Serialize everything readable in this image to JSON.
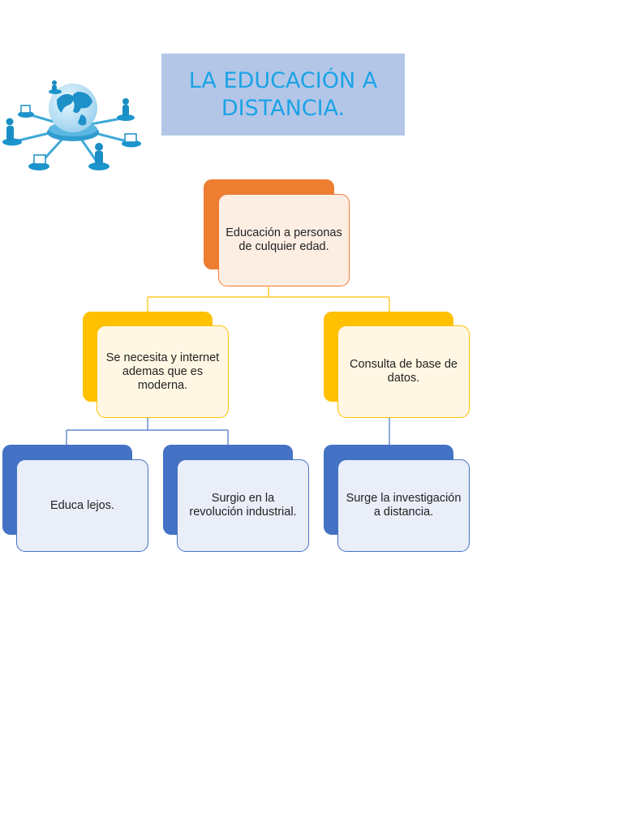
{
  "title": {
    "line1": "LA EDUCACIÓN A",
    "line2": "DISTANCIA."
  },
  "illustration": {
    "icon": "globe-network-icon"
  },
  "diagram": {
    "root": {
      "text": "Educación a personas de culquier edad."
    },
    "level2": [
      {
        "text": "Se necesita y internet ademas que es moderna."
      },
      {
        "text": "Consulta de base de datos."
      }
    ],
    "level3": [
      {
        "text": "Educa lejos."
      },
      {
        "text": "Surgio en la revolución industrial."
      },
      {
        "text": "Surge la investigación a distancia."
      }
    ]
  },
  "colors": {
    "title_background": "#b4c6e7",
    "title_text": "#1aa3e6",
    "root_accent": "#ed7d31",
    "level2_accent": "#ffc000",
    "level3_accent": "#4472c4"
  }
}
